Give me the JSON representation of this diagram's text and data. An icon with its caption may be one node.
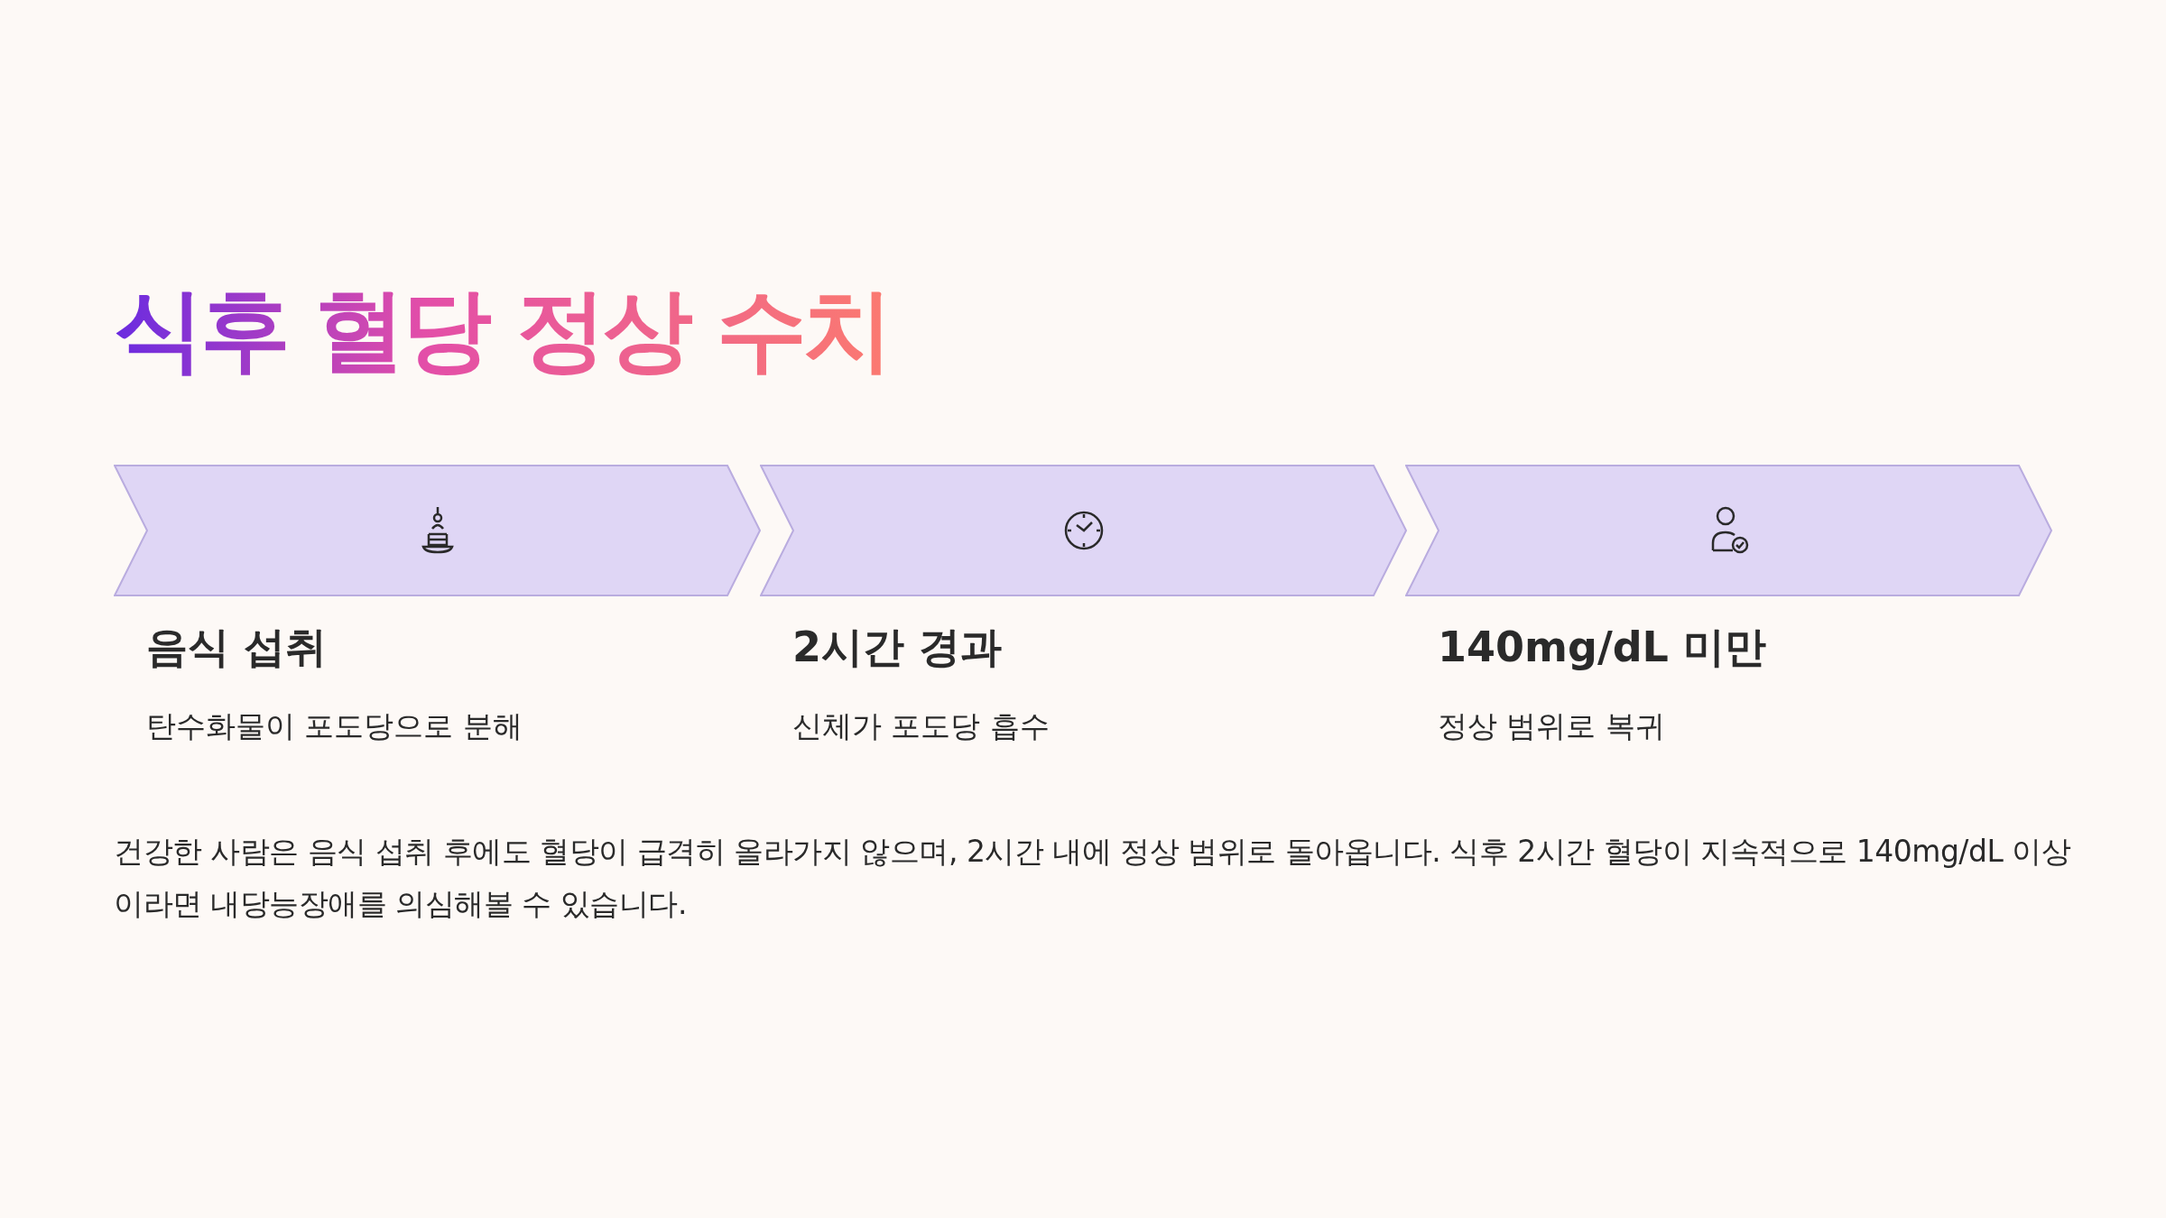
{
  "diagram": {
    "title": "식후 혈당 정상 수치",
    "nodes": [
      {
        "text": [
          "음식 섭취",
          "탄수화물이 포도당으로 분해"
        ]
      },
      {
        "text": [
          "2시간 경과",
          "신체가 포도당 흡수"
        ]
      },
      {
        "text": [
          "140mg/dL 미만",
          "정상 범위로 복귀"
        ]
      }
    ],
    "labels": [
      "건강한 사람은 음식 섭취 후에도 혈당이 급격히 올라가지 않으며, 2시간 내에 정상 범위로 돌아옵니다. 식후 2시간 혈당이 지속적으로 140mg/dL 이상이라면 내당능장애를 의심해볼 수 있습니다."
    ]
  }
}
